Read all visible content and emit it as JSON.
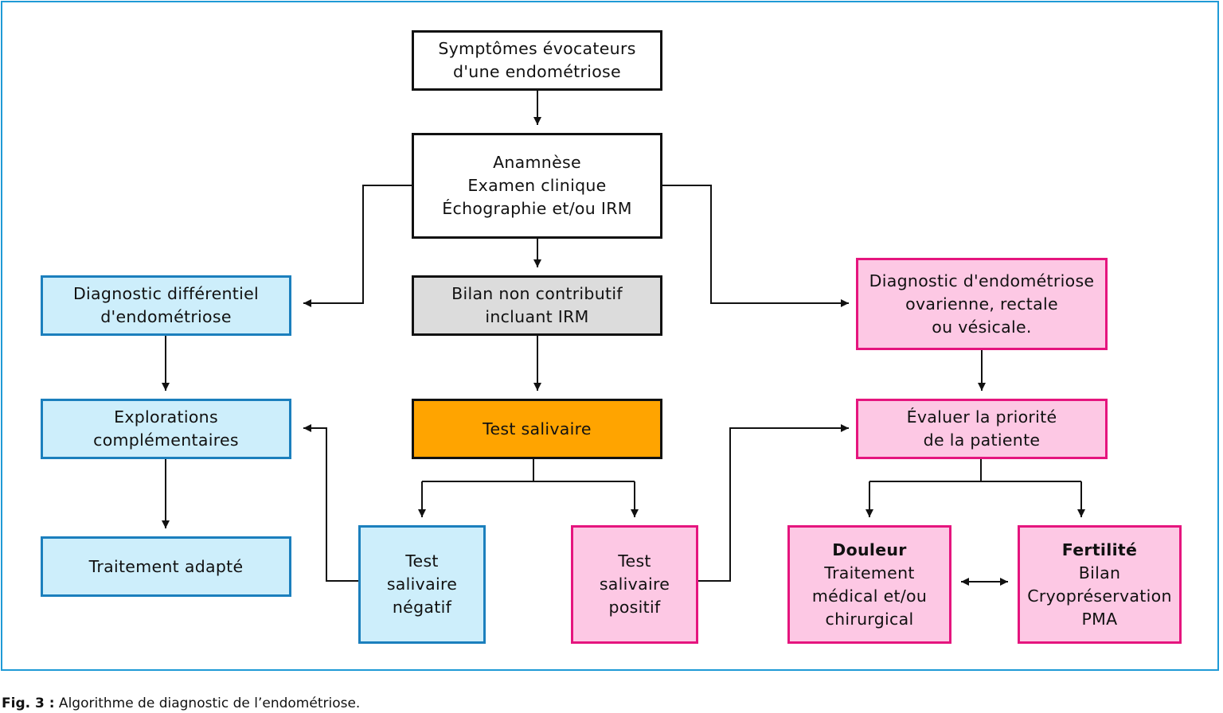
{
  "figure": {
    "caption_label": "Fig. 3 :",
    "caption_text": " Algorithme de diagnostic de l’endométriose."
  },
  "colors": {
    "frame": "#1f9ad6",
    "orange_fill": "#ffa400",
    "grey_fill": "#dcdcdc",
    "blue_fill": "#cdeefb",
    "blue_border": "#1b7fbd",
    "pink_fill": "#fdc8e4",
    "pink_border": "#e5157e"
  },
  "nodes": {
    "symptomes": {
      "lines": [
        "Symptômes évocateurs",
        "d'une endométriose"
      ]
    },
    "anamnese": {
      "lines": [
        "Anamnèse",
        "Examen clinique",
        "Échographie et/ou IRM"
      ]
    },
    "bilan": {
      "lines": [
        "Bilan non contributif",
        "incluant IRM"
      ]
    },
    "test": {
      "lines": [
        "Test salivaire"
      ]
    },
    "diag_diff": {
      "lines": [
        "Diagnostic différentiel",
        "d'endométriose"
      ]
    },
    "explorations": {
      "lines": [
        "Explorations",
        "complémentaires"
      ]
    },
    "traitement": {
      "lines": [
        "Traitement adapté"
      ]
    },
    "negatif": {
      "lines": [
        "Test",
        "salivaire",
        "négatif"
      ]
    },
    "positif": {
      "lines": [
        "Test",
        "salivaire",
        "positif"
      ]
    },
    "diag_endo": {
      "lines": [
        "Diagnostic d'endométriose",
        "ovarienne, rectale",
        "ou vésicale."
      ]
    },
    "evaluer": {
      "lines": [
        "Évaluer la priorité",
        "de la patiente"
      ]
    },
    "douleur": {
      "title": "Douleur",
      "lines": [
        "Traitement",
        "médical et/ou",
        "chirurgical"
      ]
    },
    "fertilite": {
      "title": "Fertilité",
      "lines": [
        "Bilan",
        "Cryopréservation",
        "PMA"
      ]
    }
  }
}
